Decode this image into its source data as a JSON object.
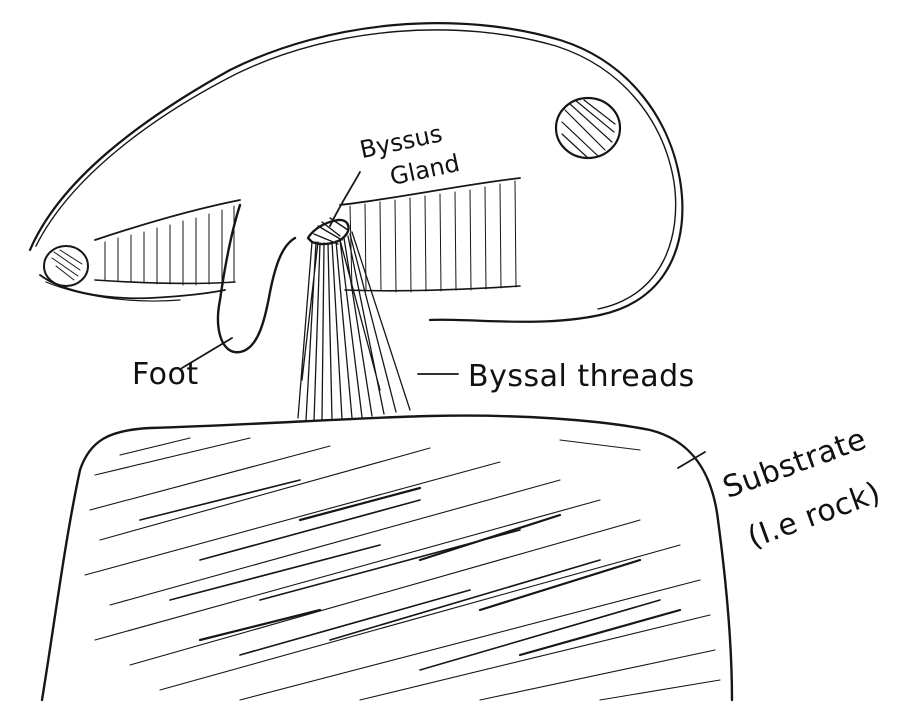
{
  "labels": {
    "byssus_gland_line1": "Byssus",
    "byssus_gland_line2": "Gland",
    "foot": "Foot",
    "byssal_threads": "Byssal threads",
    "substrate_line1": "Substrate",
    "substrate_line2": "(I.e rock)"
  },
  "colors": {
    "ink": "#161616",
    "paper": "#ffffff"
  }
}
